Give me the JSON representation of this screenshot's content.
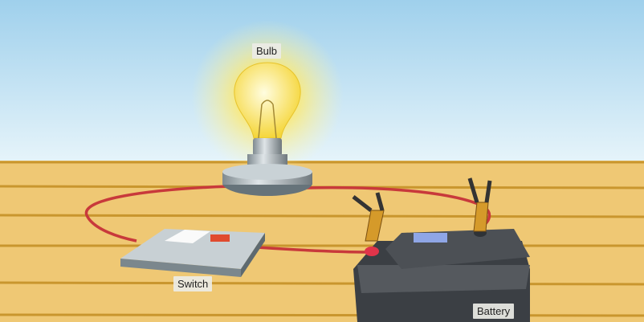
{
  "labels": {
    "bulb": "Bulb",
    "switch": "Switch",
    "battery": "Battery"
  },
  "colors": {
    "sky_top": "#9fd0ec",
    "sky_bottom": "#e6f4fa",
    "wood": "#efc874",
    "wood_line": "#c9962e",
    "wire": "#c8393b",
    "glow": "#ffe866",
    "battery": "#3b3f44",
    "clip": "#d59a2a"
  }
}
